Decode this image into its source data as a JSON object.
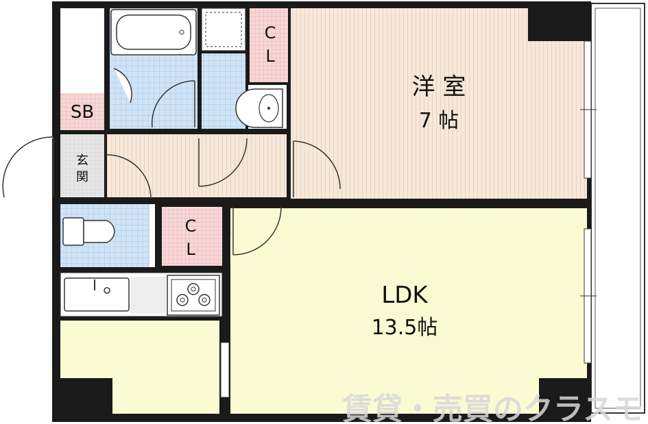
{
  "rooms": {
    "western_room": {
      "name": "洋 室",
      "size": "7 帖"
    },
    "ldk": {
      "name": "LDK",
      "size": "13.5帖"
    },
    "entrance": {
      "label_1": "玄",
      "label_2": "関"
    },
    "shoe_box": {
      "label": "SB"
    },
    "closet_upper": {
      "label_1": "C",
      "label_2": "L"
    },
    "closet_lower": {
      "label_1": "C",
      "label_2": "L"
    }
  },
  "watermark": {
    "text": "賃貸・売買のクラスモ"
  },
  "colors": {
    "wall": "#1a1a1a",
    "wood_floor": "#f7e8da",
    "wood_stripe": "#d9bfa6",
    "ldk_floor": "#fbfbd3",
    "tile_floor": "#cfe3f5",
    "tile_line": "#a9c7e6",
    "closet_floor": "#f7d7d7",
    "closet_line": "#e8a9a9",
    "shoe_floor": "#f8dede",
    "entrance_floor": "#e6e6e6"
  }
}
